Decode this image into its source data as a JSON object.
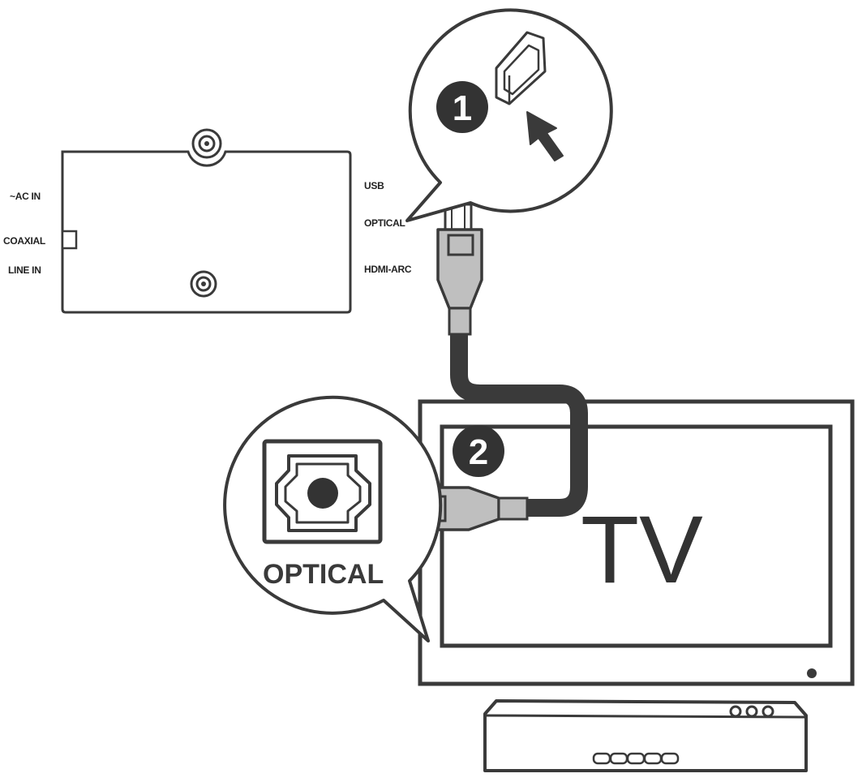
{
  "colors": {
    "line": "#3a3a3a",
    "cable": "#3a3a3a",
    "connector_fill": "#bfbfbf",
    "badge_fill": "#333333",
    "background": "#ffffff"
  },
  "soundbar_panel": {
    "left_ports": {
      "ac_in": "~AC  IN",
      "coaxial": "COAXIAL",
      "line_in": "LINE  IN"
    },
    "right_ports": {
      "usb": "USB",
      "optical": "OPTICAL",
      "hdmi_arc": "HDMI-ARC"
    }
  },
  "steps": {
    "step1": {
      "number": "1",
      "icon": "protective-cap-removal-icon"
    },
    "step2": {
      "number": "2",
      "icon": "optical-connector-icon"
    }
  },
  "tv": {
    "label": "TV"
  },
  "zoom_callout": {
    "port_label": "OPTICAL",
    "icon": "toslink-port-icon"
  },
  "set_top_box": {
    "icon": "set-top-box-icon"
  }
}
